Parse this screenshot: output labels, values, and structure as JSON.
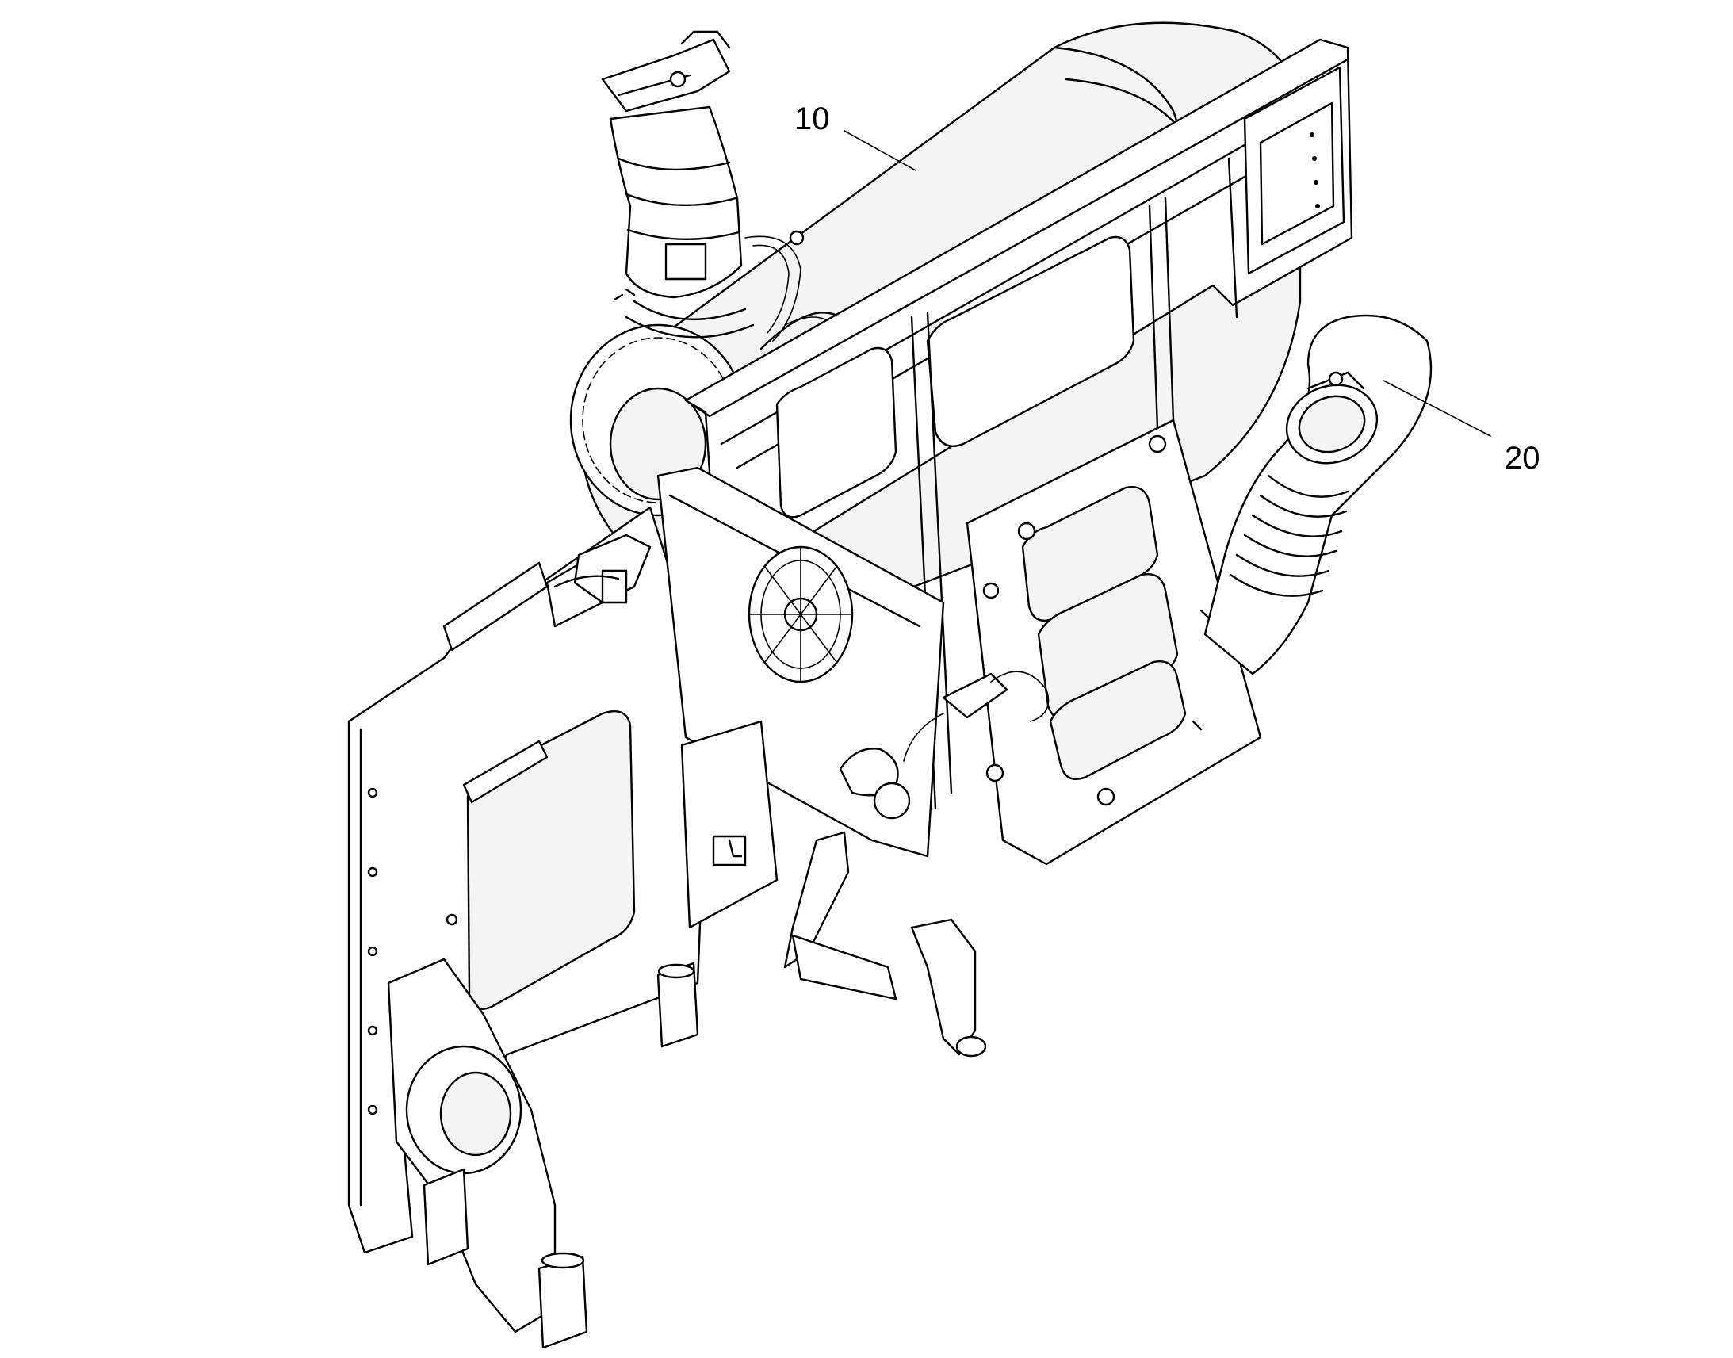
{
  "callouts": [
    {
      "id": "10",
      "label": "10"
    },
    {
      "id": "20",
      "label": "20"
    }
  ],
  "colors": {
    "line": "#000000",
    "background": "#ffffff"
  }
}
